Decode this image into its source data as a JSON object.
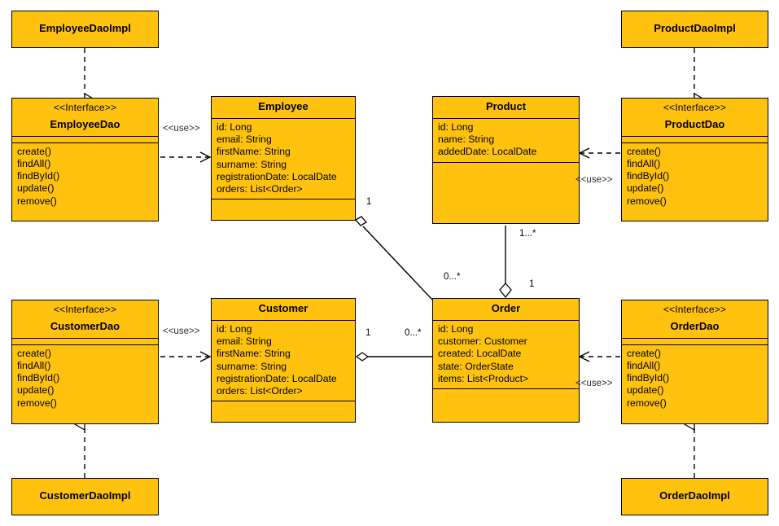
{
  "diagram": {
    "kind": "uml-class-diagram",
    "colors": {
      "class_fill": "#FFC20E",
      "border": "#000000",
      "edge": "#2b2b2b",
      "background": "#FFFFFF"
    },
    "stereotypes": {
      "interface": "<<Interface>>",
      "use": "<<use>>"
    },
    "dao_operations": [
      "create()",
      "findAll()",
      "findById()",
      "update()",
      "remove()"
    ],
    "classes": {
      "employee_dao_impl": {
        "name": "EmployeeDaoImpl"
      },
      "product_dao_impl": {
        "name": "ProductDaoImpl"
      },
      "customer_dao_impl": {
        "name": "CustomerDaoImpl"
      },
      "order_dao_impl": {
        "name": "OrderDaoImpl"
      },
      "employee_dao": {
        "stereotype": "<<Interface>>",
        "name": "EmployeeDao",
        "operations": [
          "create()",
          "findAll()",
          "findById()",
          "update()",
          "remove()"
        ]
      },
      "product_dao": {
        "stereotype": "<<Interface>>",
        "name": "ProductDao",
        "operations": [
          "create()",
          "findAll()",
          "findById()",
          "update()",
          "remove()"
        ]
      },
      "customer_dao": {
        "stereotype": "<<Interface>>",
        "name": "CustomerDao",
        "operations": [
          "create()",
          "findAll()",
          "findById()",
          "update()",
          "remove()"
        ]
      },
      "order_dao": {
        "stereotype": "<<Interface>>",
        "name": "OrderDao",
        "operations": [
          "create()",
          "findAll()",
          "findById()",
          "update()",
          "remove()"
        ]
      },
      "employee": {
        "name": "Employee",
        "attributes": [
          "id: Long",
          "email: String",
          "firstName: String",
          "surname: String",
          "registrationDate: LocalDate",
          "orders: List<Order>"
        ],
        "operations": []
      },
      "customer": {
        "name": "Customer",
        "attributes": [
          "id: Long",
          "email: String",
          "firstName: String",
          "surname: String",
          "registrationDate: LocalDate",
          "orders: List<Order>"
        ],
        "operations": []
      },
      "product": {
        "name": "Product",
        "attributes": [
          "id: Long",
          "name: String",
          "addedDate: LocalDate"
        ],
        "operations": []
      },
      "order": {
        "name": "Order",
        "attributes": [
          "id: Long",
          "customer: Customer",
          "created: LocalDate",
          "state: OrderState",
          "items: List<Product>"
        ],
        "operations": []
      }
    },
    "relationships": [
      {
        "id": "r1",
        "type": "realization",
        "from": "EmployeeDaoImpl",
        "to": "EmployeeDao",
        "label": ""
      },
      {
        "id": "r2",
        "type": "realization",
        "from": "ProductDaoImpl",
        "to": "ProductDao",
        "label": ""
      },
      {
        "id": "r3",
        "type": "realization",
        "from": "CustomerDaoImpl",
        "to": "CustomerDao",
        "label": ""
      },
      {
        "id": "r4",
        "type": "realization",
        "from": "OrderDaoImpl",
        "to": "OrderDao",
        "label": ""
      },
      {
        "id": "r5",
        "type": "dependency",
        "from": "EmployeeDao",
        "to": "Employee",
        "label": "<<use>>"
      },
      {
        "id": "r6",
        "type": "dependency",
        "from": "ProductDao",
        "to": "Product",
        "label": "<<use>>"
      },
      {
        "id": "r7",
        "type": "dependency",
        "from": "CustomerDao",
        "to": "Customer",
        "label": "<<use>>"
      },
      {
        "id": "r8",
        "type": "dependency",
        "from": "OrderDao",
        "to": "Order",
        "label": "<<use>>"
      },
      {
        "id": "r9",
        "type": "aggregation",
        "from": "Employee",
        "to": "Order",
        "source_multiplicity": "1",
        "target_multiplicity": "0...*"
      },
      {
        "id": "r10",
        "type": "aggregation",
        "from": "Customer",
        "to": "Order",
        "source_multiplicity": "1",
        "target_multiplicity": "0...*"
      },
      {
        "id": "r11",
        "type": "aggregation",
        "from": "Product",
        "to": "Order",
        "source_multiplicity": "1...*",
        "target_multiplicity": "1"
      }
    ],
    "multiplicity_labels": {
      "employee_order_source": "1",
      "employee_order_target": "0...*",
      "customer_order_source": "1",
      "customer_order_target": "0...*",
      "product_order_source": "1...*",
      "product_order_target": "1"
    }
  }
}
